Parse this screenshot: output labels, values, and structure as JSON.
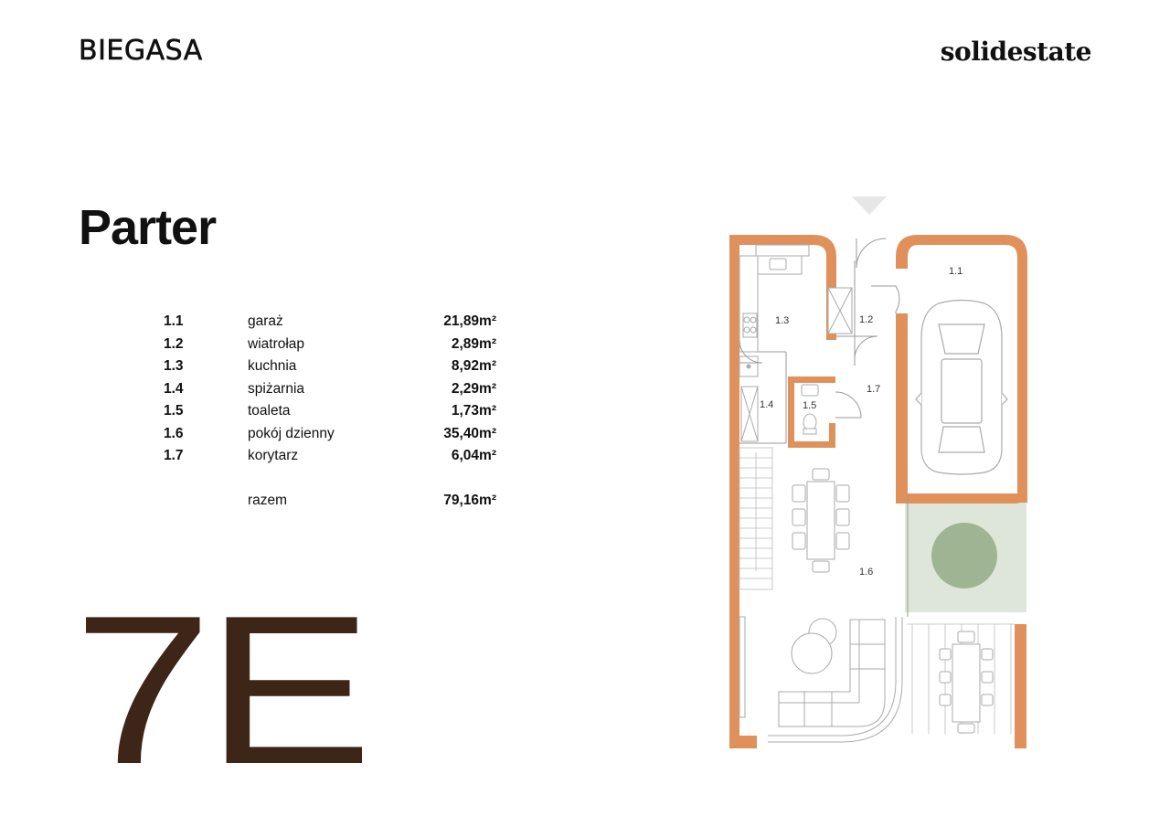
{
  "header": {
    "brand_left": "BIEGASA",
    "brand_right": "solidestate"
  },
  "page": {
    "title": "Parter",
    "unit_code": "7E"
  },
  "rooms": [
    {
      "num": "1.1",
      "name": "garaż",
      "area": "21,89m²"
    },
    {
      "num": "1.2",
      "name": "wiatrołap",
      "area": "2,89m²"
    },
    {
      "num": "1.3",
      "name": "kuchnia",
      "area": "8,92m²"
    },
    {
      "num": "1.4",
      "name": "spiżarnia",
      "area": "2,29m²"
    },
    {
      "num": "1.5",
      "name": "toaleta",
      "area": "1,73m²"
    },
    {
      "num": "1.6",
      "name": "pokój dzienny",
      "area": "35,40m²"
    },
    {
      "num": "1.7",
      "name": "korytarz",
      "area": "6,04m²"
    }
  ],
  "total": {
    "name": "razem",
    "area": "79,16m²"
  },
  "plan_labels": {
    "r11": "1.1",
    "r12": "1.2",
    "r13": "1.3",
    "r14": "1.4",
    "r15": "1.5",
    "r16": "1.6",
    "r17": "1.7"
  },
  "colors": {
    "wall": "#e0915b",
    "unit_code": "#3d2518",
    "garden": "#dde6d9",
    "tree": "#9fb493"
  }
}
